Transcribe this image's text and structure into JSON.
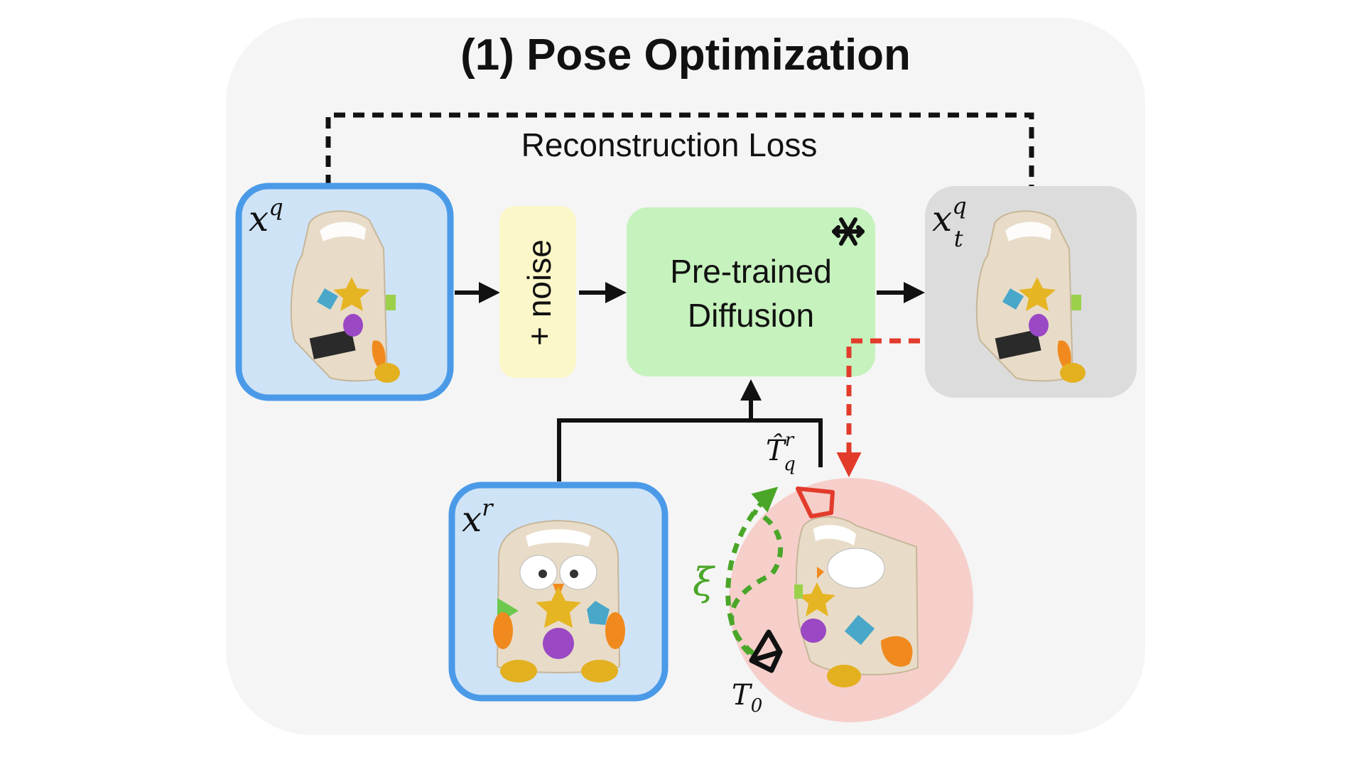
{
  "title": "(1) Pose Optimization",
  "loss_label": "Reconstruction Loss",
  "noise_label": "+ noise",
  "model_label_line1": "Pre-trained",
  "model_label_line2": "Diffusion",
  "frozen_icon": "snowflake-icon",
  "query_label": {
    "base": "x",
    "sup": "q"
  },
  "reference_label": {
    "base": "x",
    "sup": "r"
  },
  "output_label": {
    "base": "x",
    "sup": "q",
    "sub": "t"
  },
  "pose_label": {
    "base": "T̂",
    "sup": "r",
    "sub": "q"
  },
  "initial_pose_label": {
    "base": "T",
    "sub": "0"
  },
  "trajectory_label": "ξ",
  "colors": {
    "panel": "#f5f5f5",
    "query_border": "#4a9ae8",
    "query_fill": "#cfe3f7",
    "noise_fill": "#fbf7c9",
    "model_fill": "#c6f2bd",
    "output_fill": "#dcdcdc",
    "sphere_fill": "#f6cfcb",
    "gradient_arrow": "#e23b2b",
    "trajectory": "#4aa628"
  }
}
